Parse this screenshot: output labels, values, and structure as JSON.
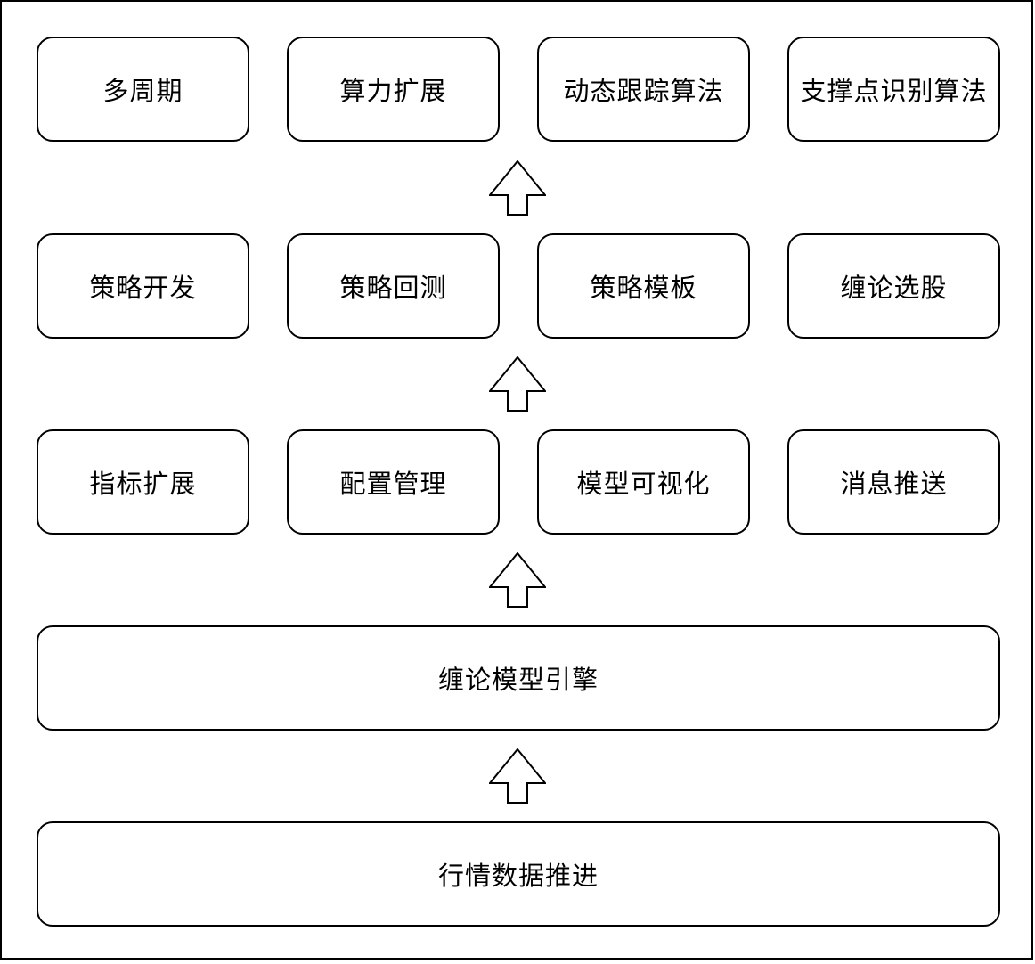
{
  "diagram": {
    "rows": [
      {
        "boxes": [
          {
            "label": "多周期"
          },
          {
            "label": "算力扩展"
          },
          {
            "label": "动态跟踪算法"
          },
          {
            "label": "支撑点识别算法"
          }
        ]
      },
      {
        "boxes": [
          {
            "label": "策略开发"
          },
          {
            "label": "策略回测"
          },
          {
            "label": "策略模板"
          },
          {
            "label": "缠论选股"
          }
        ]
      },
      {
        "boxes": [
          {
            "label": "指标扩展"
          },
          {
            "label": "配置管理"
          },
          {
            "label": "模型可视化"
          },
          {
            "label": "消息推送"
          }
        ]
      }
    ],
    "engine_label": "缠论模型引擎",
    "data_feed_label": "行情数据推进",
    "arrow_direction": "up",
    "colors": {
      "stroke": "#000000",
      "fill": "#ffffff"
    }
  }
}
